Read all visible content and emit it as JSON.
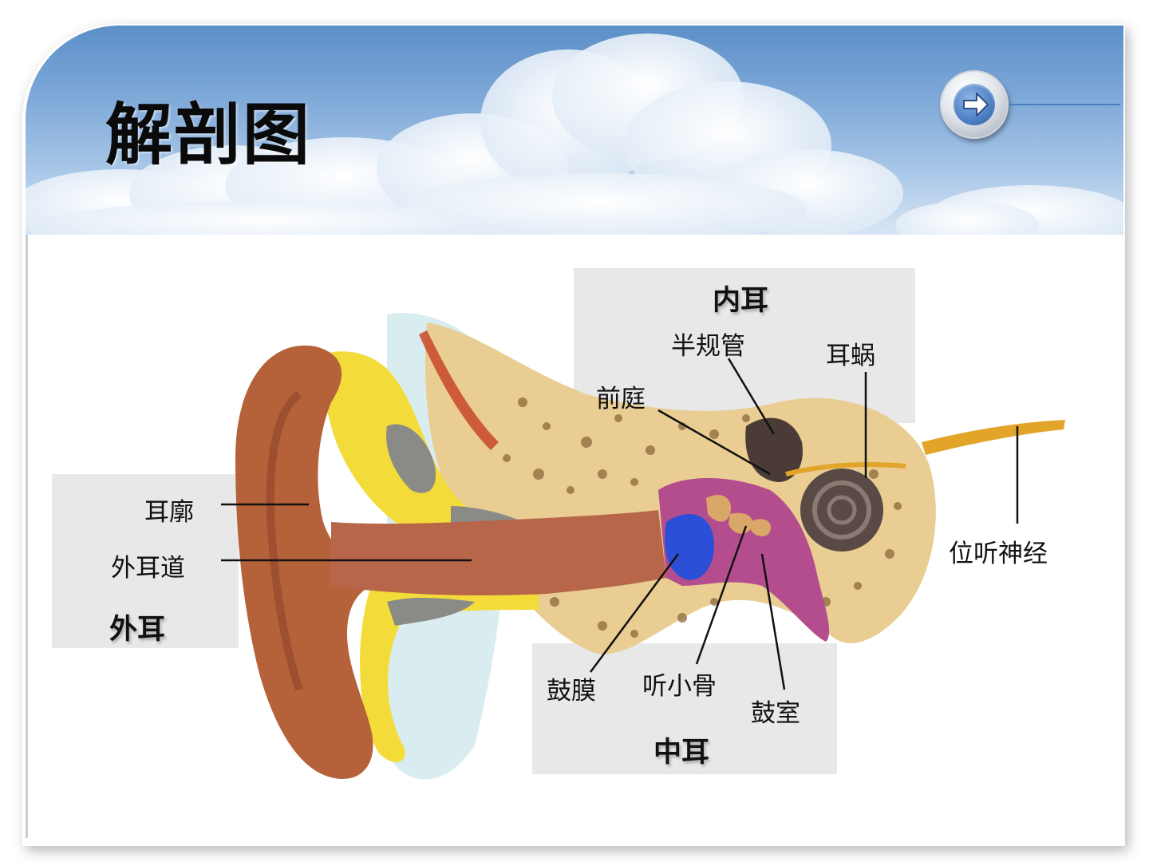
{
  "slide": {
    "title": "解剖图",
    "next_button_icon": "arrow-right-icon"
  },
  "colors": {
    "sky_top": "#5c8fc9",
    "sky_bottom": "#d7e6f5",
    "label_box": "#e8e8e8",
    "auricle": "#b5613a",
    "cartilage_yellow": "#f3dc3a",
    "bone": "#e8c98a",
    "middle_ear": "#b44d8e",
    "eardrum": "#2b4fd6",
    "cochlea": "#5a4a45",
    "nerve": "#e2a52a"
  },
  "diagram": {
    "groups": {
      "outer_ear": "外耳",
      "middle_ear": "中耳",
      "inner_ear": "内耳"
    },
    "labels": {
      "auricle": "耳廓",
      "ear_canal": "外耳道",
      "eardrum": "鼓膜",
      "ossicles": "听小骨",
      "tympanic_cavity": "鼓室",
      "semicircular_canals": "半规管",
      "cochlea": "耳蜗",
      "vestibule": "前庭",
      "vestibulocochlear_nerve": "位听神经"
    }
  }
}
